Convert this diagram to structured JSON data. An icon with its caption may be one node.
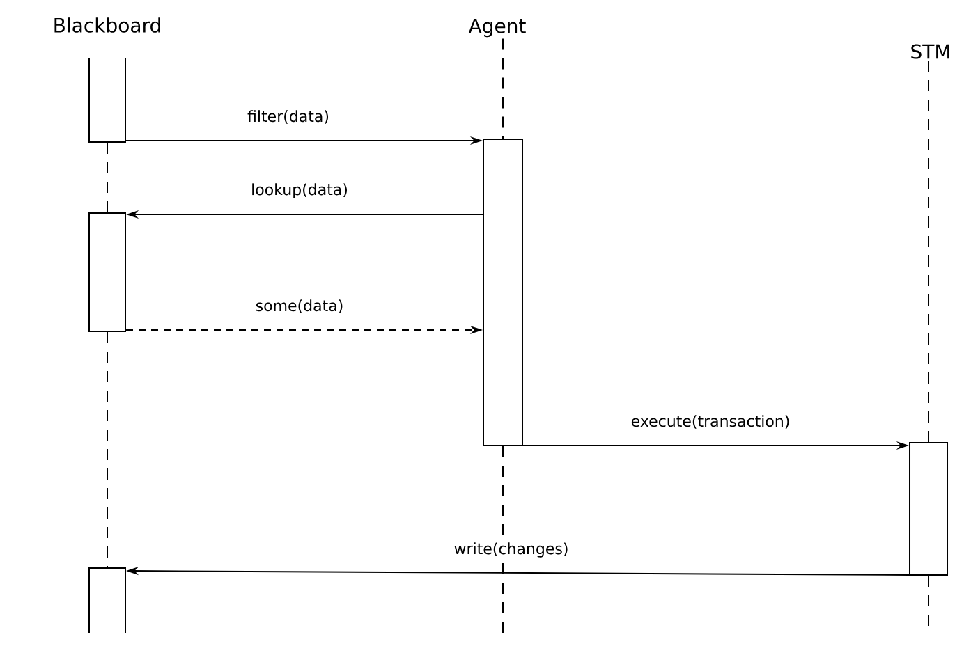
{
  "diagram": {
    "nodes": [
      {
        "text": [
          "Blackboard"
        ]
      },
      {
        "text": [
          "Agent"
        ]
      },
      {
        "text": [
          "STM"
        ]
      },
      {
        "text": [],
        "shape": "bar"
      },
      {
        "text": [],
        "shape": "bar"
      },
      {
        "text": [],
        "shape": "bar"
      },
      {
        "text": [],
        "shape": "bar"
      },
      {
        "text": [],
        "shape": "bar"
      }
    ],
    "edges": [
      {
        "from": 3,
        "to": 6,
        "arrow": "to",
        "label": "filter(data)"
      },
      {
        "from": 6,
        "to": 4,
        "arrow": "to",
        "label": "lookup(data)"
      },
      {
        "from": 4,
        "to": 6,
        "arrow": "to",
        "label": "some(data)",
        "style": "dashed"
      },
      {
        "from": 6,
        "to": 7,
        "arrow": "to",
        "label": "execute(transaction)"
      },
      {
        "from": 7,
        "to": 5,
        "arrow": "to",
        "label": "write(changes)"
      },
      {
        "from": 3,
        "to": 4,
        "arrow": "none",
        "style": "dashed"
      },
      {
        "from": 4,
        "to": 5,
        "arrow": "none",
        "style": "dashed"
      },
      {
        "from": 1,
        "to": 6,
        "arrow": "none",
        "style": "dashed"
      },
      {
        "from": 6,
        "to": null,
        "arrow": "none",
        "style": "dashed"
      },
      {
        "from": 2,
        "to": 7,
        "arrow": "none",
        "style": "dashed"
      },
      {
        "from": 7,
        "to": null,
        "arrow": "none",
        "style": "dashed"
      }
    ]
  }
}
